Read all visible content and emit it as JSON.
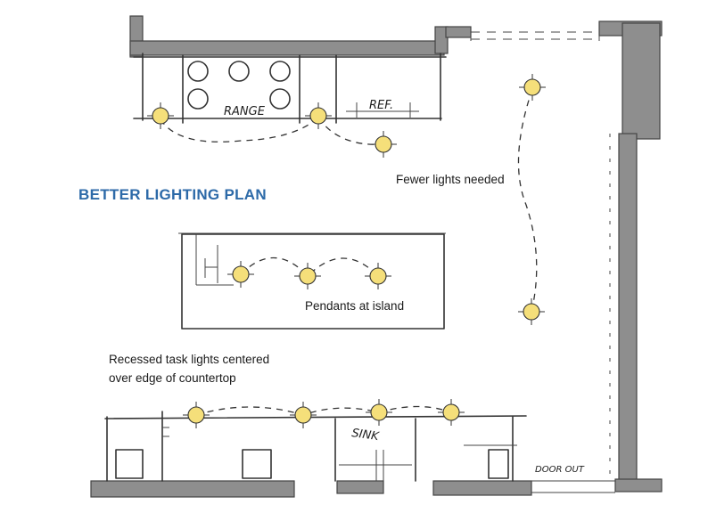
{
  "title": "BETTER LIGHTING PLAN",
  "annotations": {
    "fewer_lights": "Fewer lights needed",
    "pendants": "Pendants at island",
    "recessed_line1": "Recessed task lights centered",
    "recessed_line2": "over edge of countertop"
  },
  "handwritten_labels": {
    "range": "RANGE",
    "ref": "REF.",
    "sink": "SINK",
    "door_out": "DOOR OUT"
  },
  "colors": {
    "title": "#2d6aa8",
    "light_fixture": "#f5df7a",
    "wall": "#8e8e8e"
  }
}
